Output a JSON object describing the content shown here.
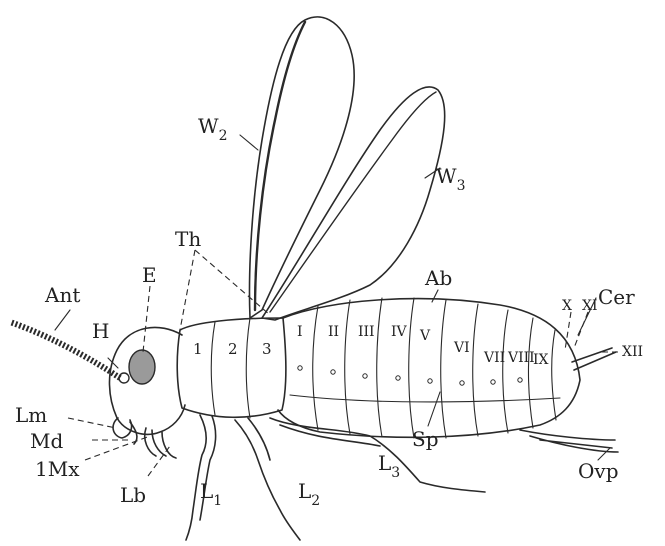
{
  "labels": {
    "wing2": "W",
    "wing2_sub": "2",
    "wing3": "W",
    "wing3_sub": "3",
    "thorax": "Th",
    "abdomen": "Ab",
    "antenna": "Ant",
    "eye": "E",
    "head": "H",
    "labrum": "Lm",
    "mandible": "Md",
    "maxilla": "1Mx",
    "labium": "Lb",
    "leg1": "L",
    "leg1_sub": "1",
    "leg2": "L",
    "leg2_sub": "2",
    "leg3": "L",
    "leg3_sub": "3",
    "spiracle": "Sp",
    "ovipositor": "Ovp",
    "cercus": "Cer",
    "seg_x": "X",
    "seg_xi": "XI",
    "seg_xii": "XII"
  },
  "thorax_segments": [
    "1",
    "2",
    "3"
  ],
  "abdominal_segments": [
    "I",
    "II",
    "III",
    "IV",
    "V",
    "VI",
    "VII",
    "VIII",
    "IX"
  ]
}
